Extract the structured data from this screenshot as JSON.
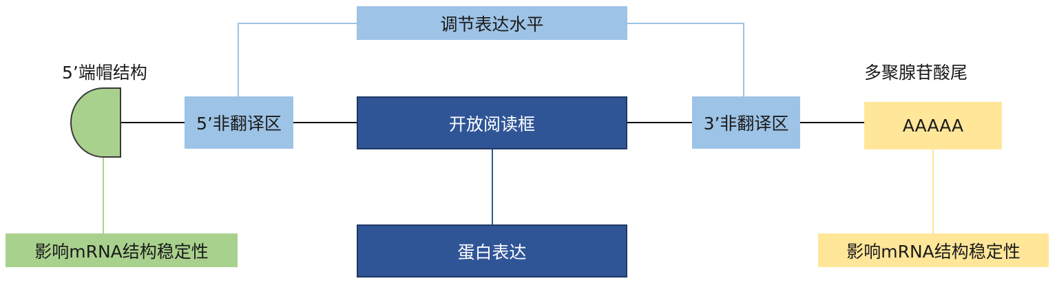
{
  "nodes": {
    "regulation": "调节表达水平",
    "cap_label": "5’端帽结构",
    "utr5": "5’非翻译区",
    "orf": "开放阅读框",
    "utr3": "3’非翻译区",
    "polya_label": "多聚腺苷酸尾",
    "polya_seq": "AAAAA",
    "protein": "蛋白表达",
    "stability_left": "影响mRNA结构稳定性",
    "stability_right": "影响mRNA结构稳定性"
  },
  "colors": {
    "light_blue": "#9dc3e6",
    "dark_blue": "#2f5597",
    "green": "#a9d18e",
    "yellow": "#ffe699",
    "connector_black": "#000000"
  }
}
